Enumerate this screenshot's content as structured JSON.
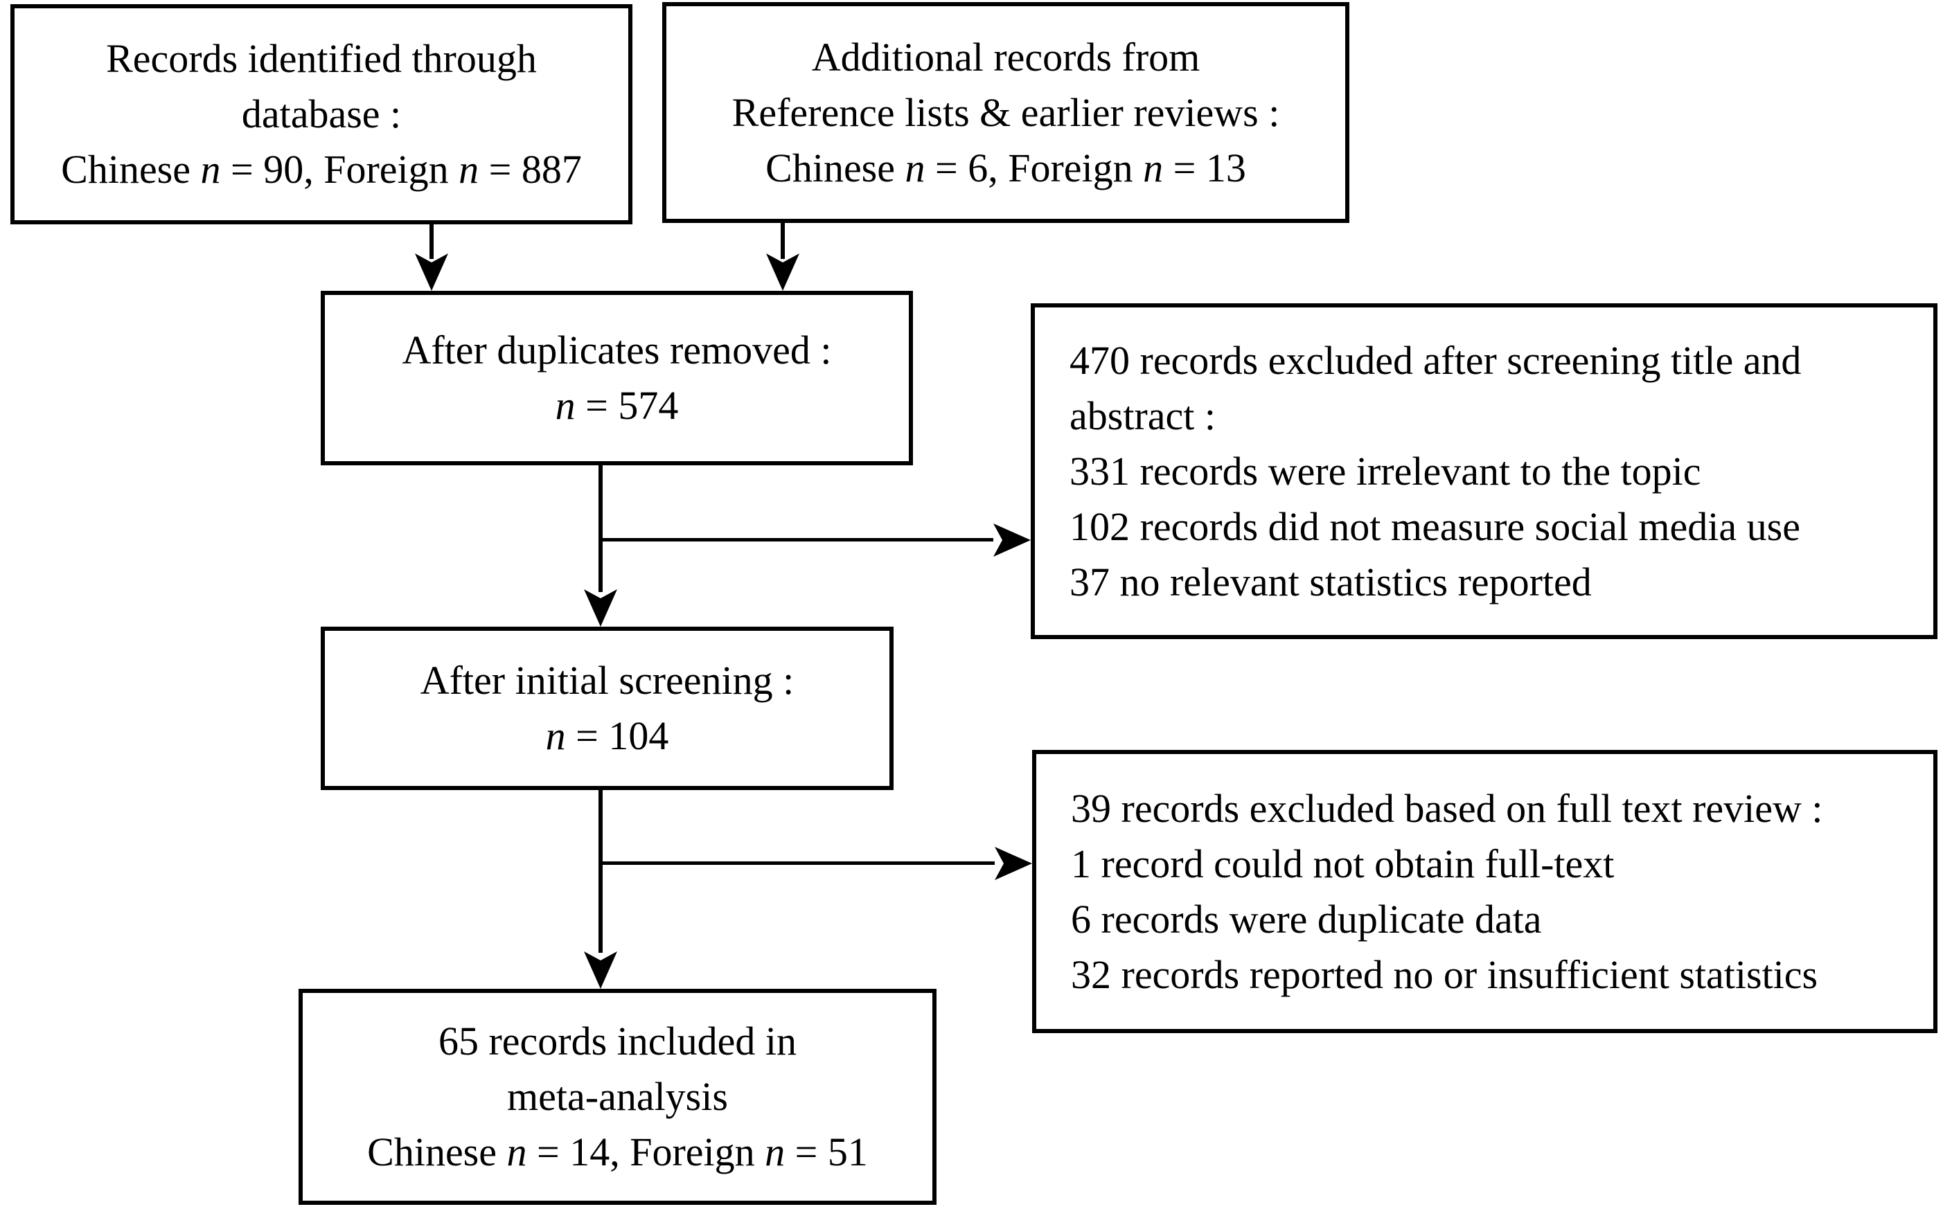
{
  "figure": {
    "description": "PRISMA-style study selection flow diagram",
    "colors": {
      "background": "#ffffff",
      "line": "#000000",
      "text": "#000000"
    }
  },
  "flow": {
    "box_identified": {
      "line1": "Records identified through",
      "line2": "database :",
      "line3_parts": [
        "Chinese ",
        "n",
        " = 90, Foreign ",
        "n",
        " = 887"
      ]
    },
    "box_additional": {
      "line1": "Additional records from",
      "line2": "Reference lists & earlier reviews :",
      "line3_parts": [
        "Chinese ",
        "n",
        " = 6, Foreign ",
        "n",
        " = 13"
      ]
    },
    "box_duplicates": {
      "line1": "After duplicates removed :",
      "line2_parts": [
        "n",
        " = 574"
      ]
    },
    "box_excluded_screening": {
      "line1": "470 records excluded after screening title and",
      "line2": "abstract :",
      "line3": "331 records were irrelevant to the topic",
      "line4": "102 records did not measure social media use",
      "line5": "37 no relevant statistics reported"
    },
    "box_initial_screening": {
      "line1": "After initial screening :",
      "line2_parts": [
        "n",
        " = 104"
      ]
    },
    "box_excluded_fulltext": {
      "line1": "39 records excluded based on full text review :",
      "line2": "1 record could not obtain full-text",
      "line3": "6 records were duplicate data",
      "line4": "32 records reported no or insufficient statistics"
    },
    "box_included": {
      "line1": "65 records included in",
      "line2": "meta-analysis",
      "line3_parts": [
        "Chinese ",
        "n",
        " = 14, Foreign ",
        "n",
        " = 51"
      ]
    }
  }
}
